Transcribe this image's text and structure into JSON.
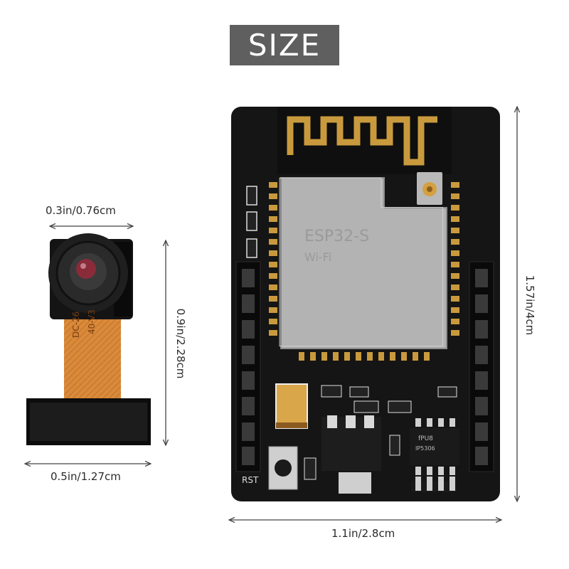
{
  "title": "SIZE",
  "camera": {
    "lens_width_label": "0.3in/0.76cm",
    "length_label": "0.9in/2.28cm",
    "width_label": "0.5in/1.27cm",
    "ribbon_text_1": "DC-26",
    "ribbon_text_2": "40-V3"
  },
  "board": {
    "height_label": "1.57in/4cm",
    "width_label": "1.1in/2.8cm",
    "reset_label": "RST",
    "module_text_1": "ESP32-S",
    "module_text_2": "Wi-Fi",
    "regulator_text_1": "fPU8",
    "regulator_text_2": "IP5306"
  },
  "colors": {
    "badge": "#5f5f5f",
    "pcb": "#151515",
    "gold": "#c99a3d",
    "shield": "#bdbdbd",
    "ribbon": "#d98a3a"
  }
}
